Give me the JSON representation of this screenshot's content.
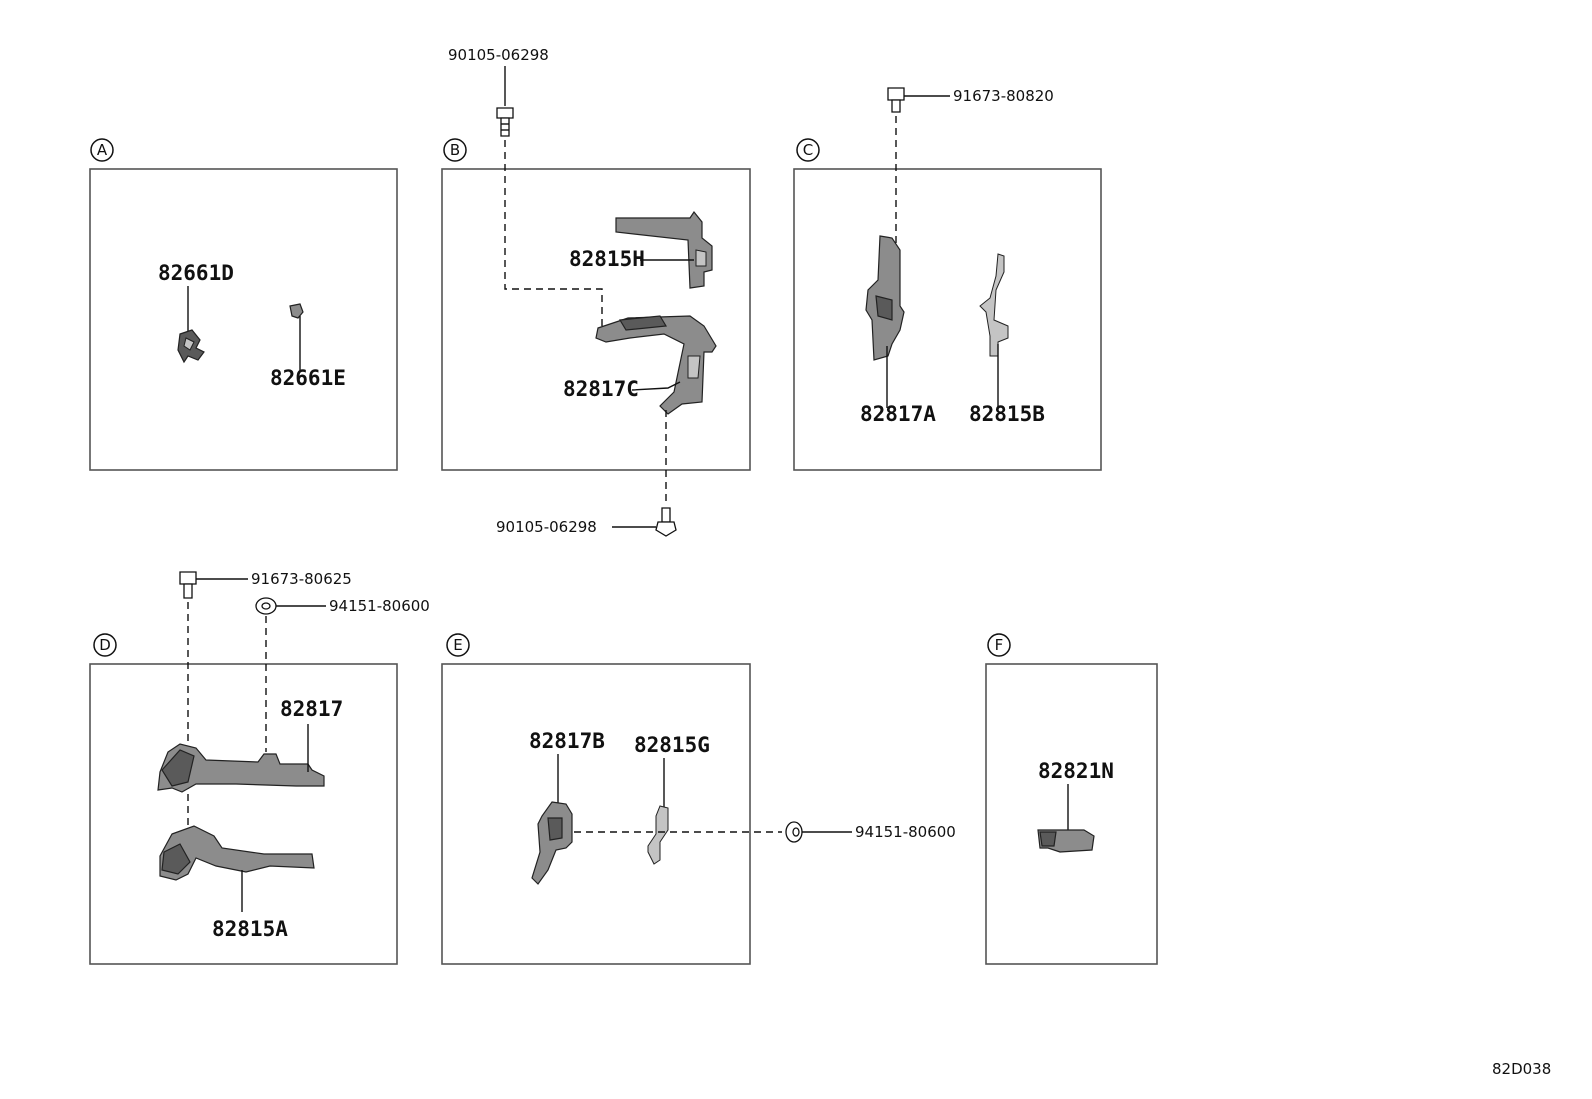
{
  "diagram_code": "82D038",
  "sections": {
    "A": {
      "label": "A",
      "parts": [
        "82661D",
        "82661E"
      ]
    },
    "B": {
      "label": "B",
      "parts": [
        "82815H",
        "82817C"
      ]
    },
    "C": {
      "label": "C",
      "parts": [
        "82817A",
        "82815B"
      ]
    },
    "D": {
      "label": "D",
      "parts": [
        "82817",
        "82815A"
      ]
    },
    "E": {
      "label": "E",
      "parts": [
        "82817B",
        "82815G"
      ]
    },
    "F": {
      "label": "F",
      "parts": [
        "82821N"
      ]
    }
  },
  "fasteners": {
    "b_top": "90105-06298",
    "b_bottom": "90105-06298",
    "c_top": "91673-80820",
    "d_bolt": "91673-80625",
    "d_nut": "94151-80600",
    "e_nut": "94151-80600"
  }
}
